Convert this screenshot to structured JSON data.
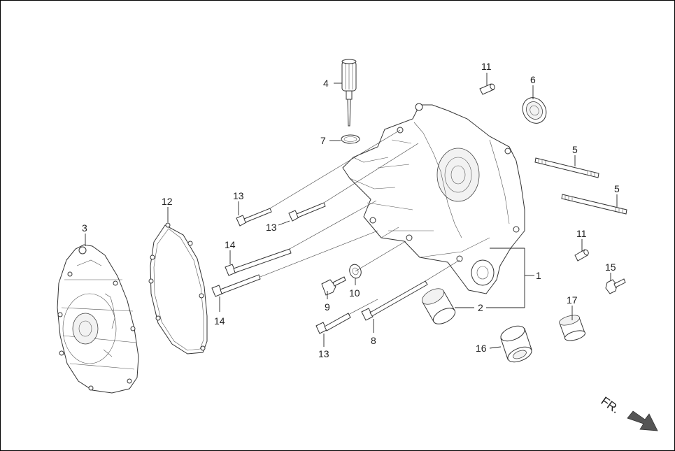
{
  "diagram": {
    "callouts": {
      "c1": "1",
      "c2": "2",
      "c3": "3",
      "c4": "4",
      "c5a": "5",
      "c5b": "5",
      "c6": "6",
      "c7": "7",
      "c8": "8",
      "c9": "9",
      "c10": "10",
      "c11a": "11",
      "c11b": "11",
      "c12": "12",
      "c13a": "13",
      "c13b": "13",
      "c13c": "13",
      "c14a": "14",
      "c14b": "14",
      "c15": "15",
      "c16": "16",
      "c17": "17"
    },
    "direction_label": "FR.",
    "colors": {
      "line": "#333333",
      "arrow": "#555555",
      "background": "#ffffff"
    }
  }
}
